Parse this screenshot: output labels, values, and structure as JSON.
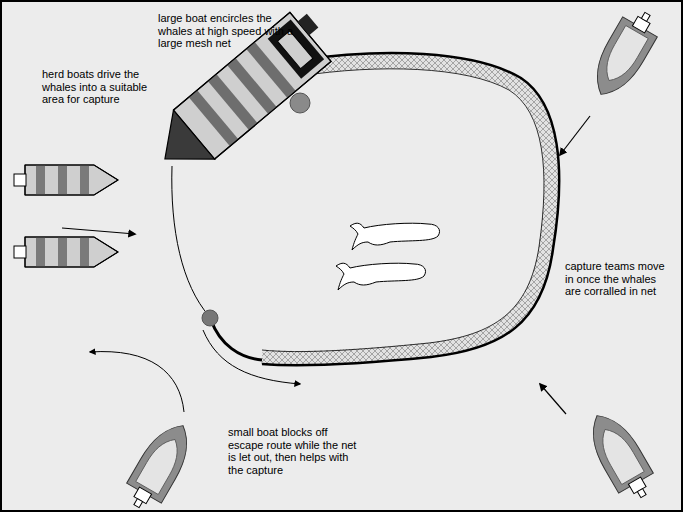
{
  "diagram": {
    "labels": [
      "large boat encircles the whales at high speed with a large mesh net",
      "herd boats drive the whales into a suitable area for capture",
      "capture teams move in once the whales are corralled in net",
      "small boat blocks off escape route while the net is let out, then helps with the capture"
    ]
  }
}
